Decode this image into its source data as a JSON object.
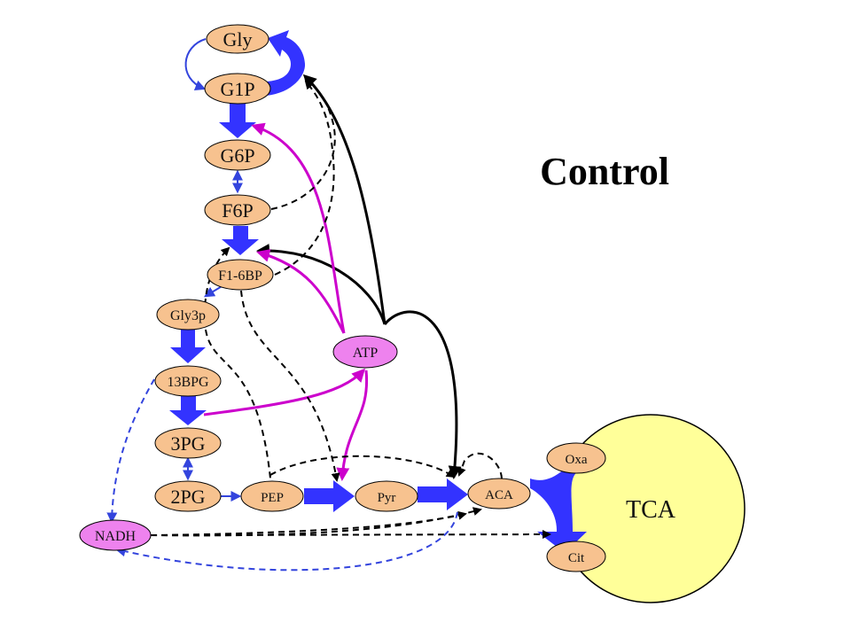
{
  "title": "Control",
  "colors": {
    "node_orange": "#f7c28f",
    "node_pink": "#ee82ee",
    "tca_fill": "#ffff99",
    "flux_blue": "#3333ff",
    "reg_black": "#000000",
    "reg_magenta": "#cc00cc",
    "nadh_blue": "#3344dd"
  },
  "nodes": {
    "gly": "Gly",
    "g1p": "G1P",
    "g6p": "G6P",
    "f6p": "F6P",
    "f16bp": "F1-6BP",
    "gly3p": "Gly3p",
    "bpg13": "13BPG",
    "pg3": "3PG",
    "pg2": "2PG",
    "pep": "PEP",
    "pyr": "Pyr",
    "aca": "ACA",
    "atp": "ATP",
    "nadh": "NADH",
    "oxa": "Oxa",
    "cit": "Cit",
    "tca": "TCA"
  }
}
